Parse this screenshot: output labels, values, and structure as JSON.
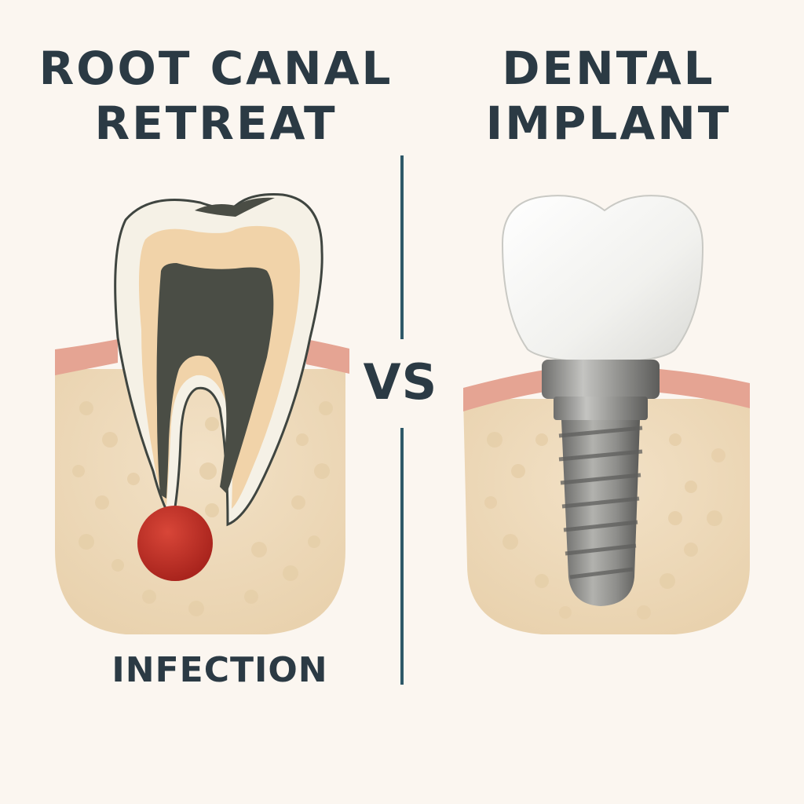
{
  "left_panel": {
    "title_line1": "ROOT CANAL",
    "title_line2": "RETREAT",
    "infection_label": "INFECTION"
  },
  "vs_label": "VS",
  "right_panel": {
    "title_line1": "DENTAL",
    "title_line2": "IMPLANT"
  },
  "colors": {
    "background": "#fbf6f0",
    "text": "#2b3a44",
    "divider": "#2e5868",
    "gum": "#e5a493",
    "bone": "#efdcc0",
    "infection": "#c23329",
    "enamel": "#f5f1e6",
    "dentin": "#f1d3a9",
    "pulp": "#4a4d45",
    "implant_metal": "#9a9a98"
  }
}
